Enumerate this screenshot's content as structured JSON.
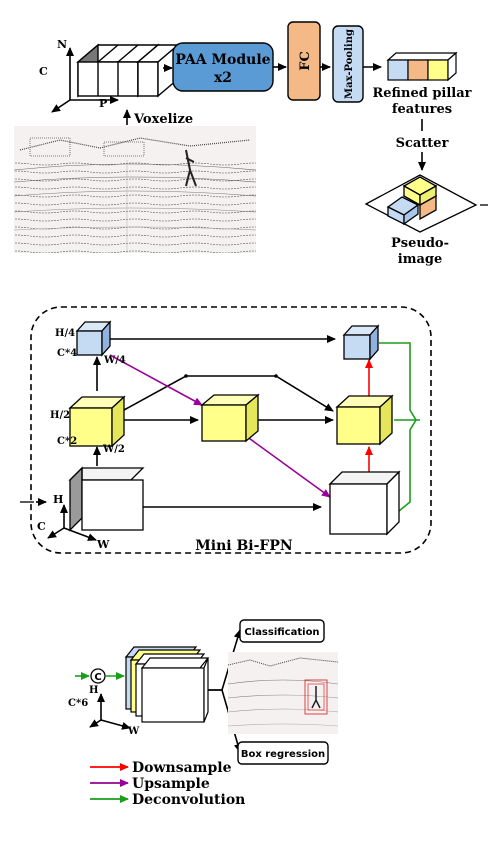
{
  "top": {
    "axis_n": "N",
    "axis_c": "C",
    "axis_p": "P",
    "voxelize": "Voxelize",
    "paa_line1": "PAA Module",
    "paa_line2": "x2",
    "fc": "FC",
    "max_pooling": "Max-Pooling",
    "refined_line1": "Refined pillar",
    "refined_line2": "features",
    "scatter": "Scatter",
    "pseudo_line1": "Pseudo-",
    "pseudo_line2": "image"
  },
  "fpn": {
    "title": "Mini Bi-FPN",
    "h4": "H/4",
    "c4": "C*4",
    "w4": "W/4",
    "h2": "H/2",
    "c2": "C*2",
    "w2": "W/2",
    "h": "H",
    "c": "C",
    "w": "W"
  },
  "head": {
    "concat_symbol": "C",
    "h": "H",
    "c6": "C*6",
    "w": "W",
    "classification": "Classification",
    "box_regression": "Box regression"
  },
  "legend": [
    {
      "label": "Downsample",
      "color": "#ff0000"
    },
    {
      "label": "Upsample",
      "color": "#990099"
    },
    {
      "label": "Deconvolution",
      "color": "#1a9e1a"
    }
  ],
  "colors": {
    "blue": "#c5daf3",
    "yellow": "#ffff8a",
    "orange": "#f5b987",
    "paa_blue": "#5b9bd5",
    "down": "#ff0000",
    "up": "#990099",
    "deconv": "#1a9e1a"
  }
}
